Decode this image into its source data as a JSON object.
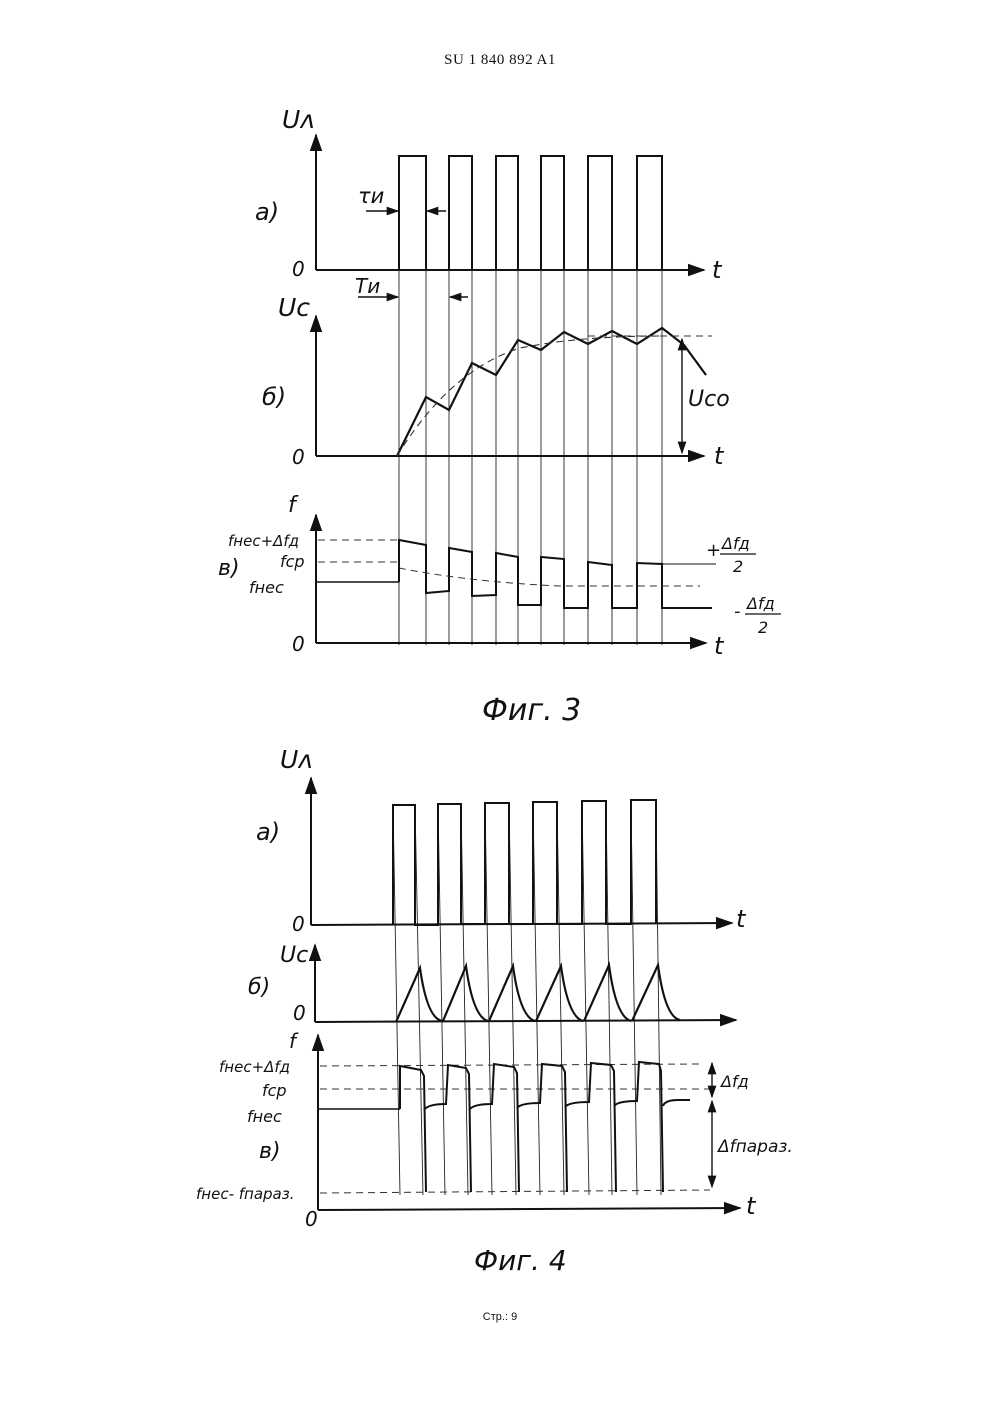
{
  "header": "SU    1 840 892  A1",
  "footer": "Стр.:  9",
  "fig3": {
    "caption": "Фиг. 3",
    "a": {
      "panel_label": "а)",
      "y_axis": "Uᴧ",
      "zero": "0",
      "t_axis": "t",
      "tau_label": "τи",
      "T_label": "Tи"
    },
    "b": {
      "panel_label": "б)",
      "y_axis": "Uc",
      "zero": "0",
      "t_axis": "t",
      "level_label": "Uco"
    },
    "c": {
      "panel_label": "в)",
      "y_axis": "f",
      "zero": "0",
      "t_axis": "t",
      "f1": "fнес+Δfд",
      "f2": "fср",
      "f3": "fнес",
      "plus_sign": "+",
      "plus_num": "Δfд",
      "plus_den": "2",
      "minus_sign": "-",
      "minus_num": "Δfд",
      "minus_den": "2"
    }
  },
  "fig4": {
    "caption": "Фиг. 4",
    "a": {
      "panel_label": "а)",
      "y_axis": "Uᴧ",
      "zero": "0",
      "t_axis": "t"
    },
    "b": {
      "panel_label": "б)",
      "y_axis": "Uc",
      "zero": "0"
    },
    "c": {
      "panel_label": "в)",
      "y_axis": "f",
      "zero": "0",
      "t_axis": "t",
      "f1": "fнес+Δfд",
      "f2": "fср",
      "f3": "fнес",
      "f4": "fнес- fпараз.",
      "delta_fd": "Δfд",
      "delta_fparaz": "Δfпараз."
    }
  }
}
